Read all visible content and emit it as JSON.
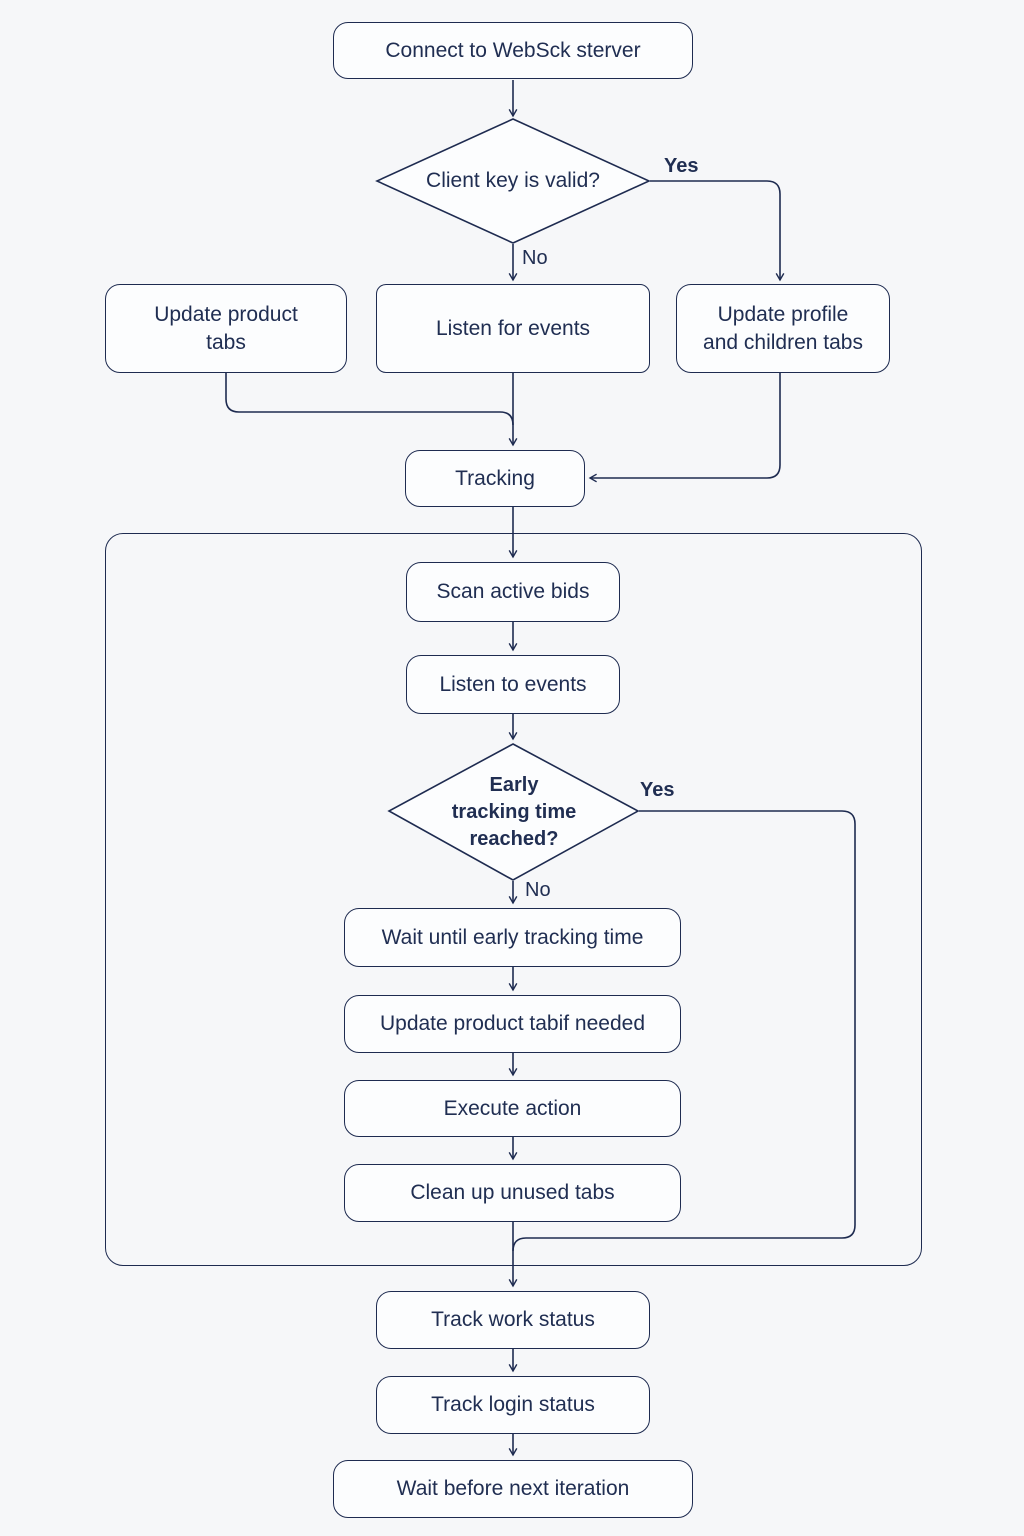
{
  "colors": {
    "background": "#f6f7f9",
    "line": "#1e2b50",
    "node_fill": "#fcfdfe",
    "text": "#202e52"
  },
  "nodes": {
    "connect": "Connect to WebSck sterver",
    "client_key_decision": "Client key is valid?",
    "update_product_tabs": "Update product\ntabs",
    "listen_for_events": "Listen for events",
    "update_profile": "Update profile\nand children tabs",
    "tracking": "Tracking",
    "scan_active_bids": "Scan active bids",
    "listen_to_events": "Listen to events",
    "early_tracking_decision": "Early\ntracking time\nreached?",
    "wait_until_early": "Wait until early tracking time",
    "update_tab_if_needed": "Update product tabif needed",
    "execute_action": "Execute action",
    "clean_up_tabs": "Clean up unused tabs",
    "track_work_status": "Track work status",
    "track_login_status": "Track login status",
    "wait_next_iteration": "Wait before next iteration"
  },
  "edge_labels": {
    "yes_top": "Yes",
    "no_top": "No",
    "yes_loop": "Yes",
    "no_loop": "No"
  }
}
